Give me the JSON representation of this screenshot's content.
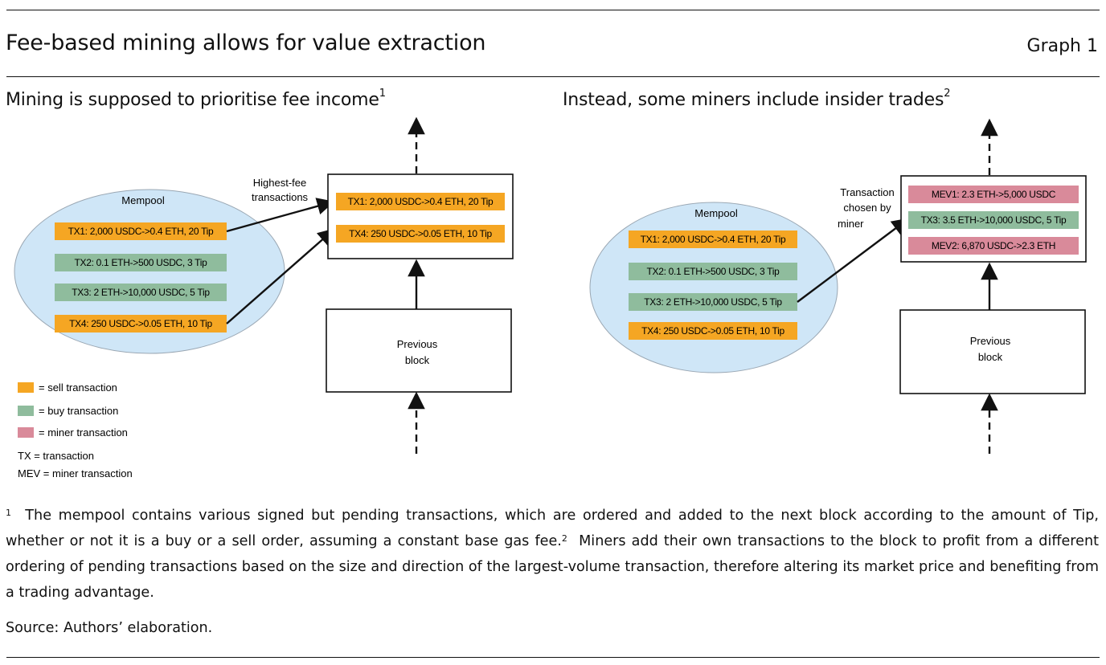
{
  "header": {
    "title": "Fee-based mining allows for value extraction",
    "graph_number": "Graph 1"
  },
  "left_panel": {
    "title": "Mining is supposed to prioritise fee income",
    "footnote_ref": "1",
    "mempool_label": "Mempool",
    "transactions": [
      {
        "text": "TX1: 2,000 USDC->0.4 ETH, 20 Tip",
        "kind": "sell"
      },
      {
        "text": "TX2: 0.1 ETH->500 USDC, 3 Tip",
        "kind": "buy"
      },
      {
        "text": "TX3: 2 ETH->10,000 USDC, 5 Tip",
        "kind": "buy"
      },
      {
        "text": "TX4: 250 USDC->0.05 ETH, 10 Tip",
        "kind": "sell"
      }
    ],
    "arrow_label": [
      "Highest-fee",
      "transactions"
    ],
    "block_transactions": [
      {
        "text": "TX1: 2,000 USDC->0.4 ETH, 20 Tip",
        "kind": "sell"
      },
      {
        "text": "TX4: 250 USDC->0.05 ETH, 10 Tip",
        "kind": "sell"
      }
    ],
    "previous_block": [
      "Previous",
      "block"
    ]
  },
  "right_panel": {
    "title": "Instead, some miners include insider trades",
    "footnote_ref": "2",
    "mempool_label": "Mempool",
    "transactions": [
      {
        "text": "TX1: 2,000 USDC->0.4 ETH, 20 Tip",
        "kind": "sell"
      },
      {
        "text": "TX2: 0.1 ETH->500 USDC, 3 Tip",
        "kind": "buy"
      },
      {
        "text": "TX3: 2 ETH->10,000 USDC, 5 Tip",
        "kind": "buy"
      },
      {
        "text": "TX4: 250 USDC->0.05 ETH, 10 Tip",
        "kind": "sell"
      }
    ],
    "arrow_label": [
      "Transaction",
      "chosen by",
      "miner"
    ],
    "block_transactions": [
      {
        "text": "MEV1: 2.3 ETH->5,000 USDC",
        "kind": "miner"
      },
      {
        "text": "TX3: 3.5 ETH->10,000 USDC, 5 Tip",
        "kind": "buy"
      },
      {
        "text": "MEV2: 6,870 USDC->2.3 ETH",
        "kind": "miner"
      }
    ],
    "previous_block": [
      "Previous",
      "block"
    ]
  },
  "legend": {
    "items": [
      {
        "kind": "sell",
        "label": "= sell transaction"
      },
      {
        "kind": "buy",
        "label": "= buy transaction"
      },
      {
        "kind": "miner",
        "label": "= miner transaction"
      }
    ],
    "abbreviations": [
      "TX = transaction",
      "MEV = miner transaction"
    ]
  },
  "colors": {
    "sell": "#f5a623",
    "buy": "#8fbc9d",
    "miner": "#d98a9a",
    "mempool_fill": "#cfe6f7",
    "mempool_stroke": "#9aa7b3"
  },
  "footnotes": {
    "note1_marker": "1",
    "note1_part1": "The mempool contains various signed but pending transactions, which are ordered and added to the next block according to the amount of Tip, whether or not it is a buy or a sell order, assuming a constant base gas fee.",
    "note2_marker": "2",
    "note2_part2": "Miners add their own transactions to the block to profit from a different ordering of pending transactions based on the size and direction of the largest-volume transaction, therefore altering its market price and benefiting from a trading advantage.",
    "source": "Source: Authors’ elaboration."
  }
}
